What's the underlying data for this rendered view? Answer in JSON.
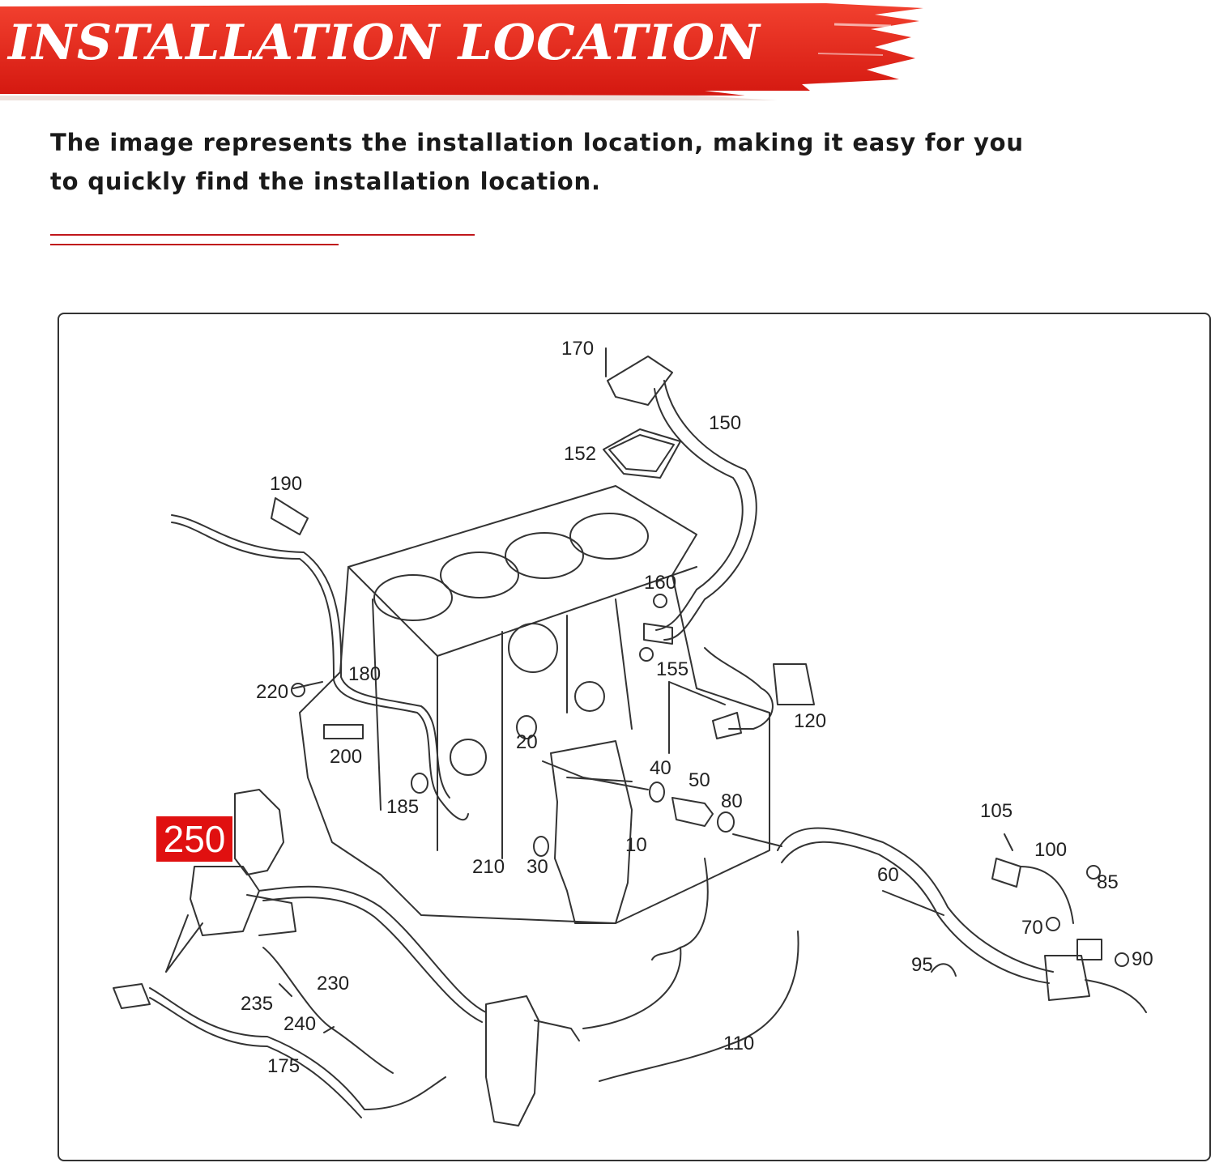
{
  "header": {
    "title": "INSTALLATION LOCATION",
    "banner_color": "#e31b14"
  },
  "description": "The image represents the installation location, making it easy for you to quickly find the installation location.",
  "accent_color": "#c0161b",
  "diagram": {
    "highlighted_part": "250",
    "highlight_color": "#e01010",
    "part_labels": [
      "170",
      "150",
      "152",
      "190",
      "160",
      "155",
      "120",
      "180",
      "220",
      "200",
      "20",
      "40",
      "50",
      "80",
      "185",
      "210",
      "30",
      "10",
      "105",
      "100",
      "85",
      "60",
      "70",
      "90",
      "95",
      "230",
      "235",
      "240",
      "175",
      "110"
    ]
  }
}
